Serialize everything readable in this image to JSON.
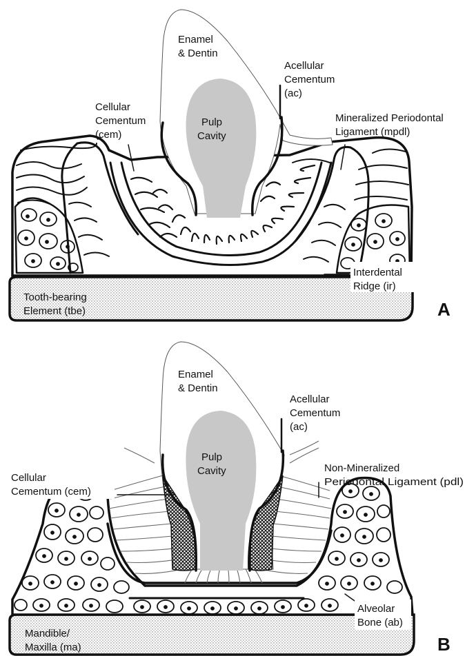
{
  "panels": {
    "a": {
      "letter": "A",
      "labels": {
        "enamel_1": "Enamel",
        "enamel_2": "& Dentin",
        "pulp_1": "Pulp",
        "pulp_2": "Cavity",
        "acellular_1": "Acellular",
        "acellular_2": "Cementum",
        "acellular_3": "(ac)",
        "cellular_1": "Cellular",
        "cellular_2": "Cementum",
        "cellular_3": "(cem)",
        "mpdl_1": "Mineralized Periodontal",
        "mpdl_2": "Ligament (mpdl)",
        "ridge_1": "Interdental",
        "ridge_2": "Ridge (ir)",
        "tbe_1": "Tooth-bearing",
        "tbe_2": "Element (tbe)"
      }
    },
    "b": {
      "letter": "B",
      "labels": {
        "enamel_1": "Enamel",
        "enamel_2": "& Dentin",
        "pulp_1": "Pulp",
        "pulp_2": "Cavity",
        "acellular_1": "Acellular",
        "acellular_2": "Cementum",
        "acellular_3": "(ac)",
        "cellular_1": "Cellular",
        "cellular_2": "Cementum (cem)",
        "pdl_1": "Non-Mineralized",
        "pdl_2": "Periodontal Ligament (pdl)",
        "ab_1": "Alveolar",
        "ab_2": "Bone (ab)",
        "ma_1": "Mandible/",
        "ma_2": "Maxilla (ma)"
      }
    }
  }
}
